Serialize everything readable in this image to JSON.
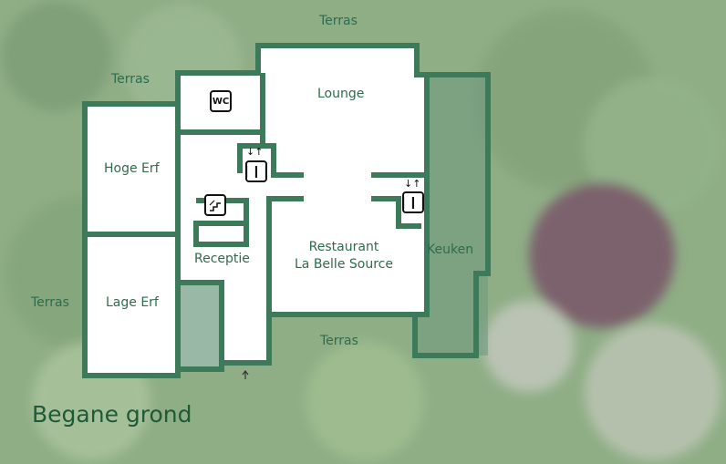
{
  "title": "Begane grond",
  "rooms": {
    "terras_top": "Terras",
    "terras_left_top": "Terras",
    "terras_left": "Terras",
    "terras_bottom": "Terras",
    "lounge": "Lounge",
    "hoge_erf": "Hoge Erf",
    "lage_erf": "Lage Erf",
    "receptie": "Receptie",
    "restaurant_line1": "Restaurant",
    "restaurant_line2": "La Belle Source",
    "keuken": "Keuken"
  },
  "icons": {
    "wc": "WC",
    "elevator": "elevator-icon",
    "stairs": "stairs-icon",
    "entrance": "entrance-arrow-icon"
  },
  "colors": {
    "wall": "#3d7a5a",
    "text": "#2f6b4d"
  }
}
